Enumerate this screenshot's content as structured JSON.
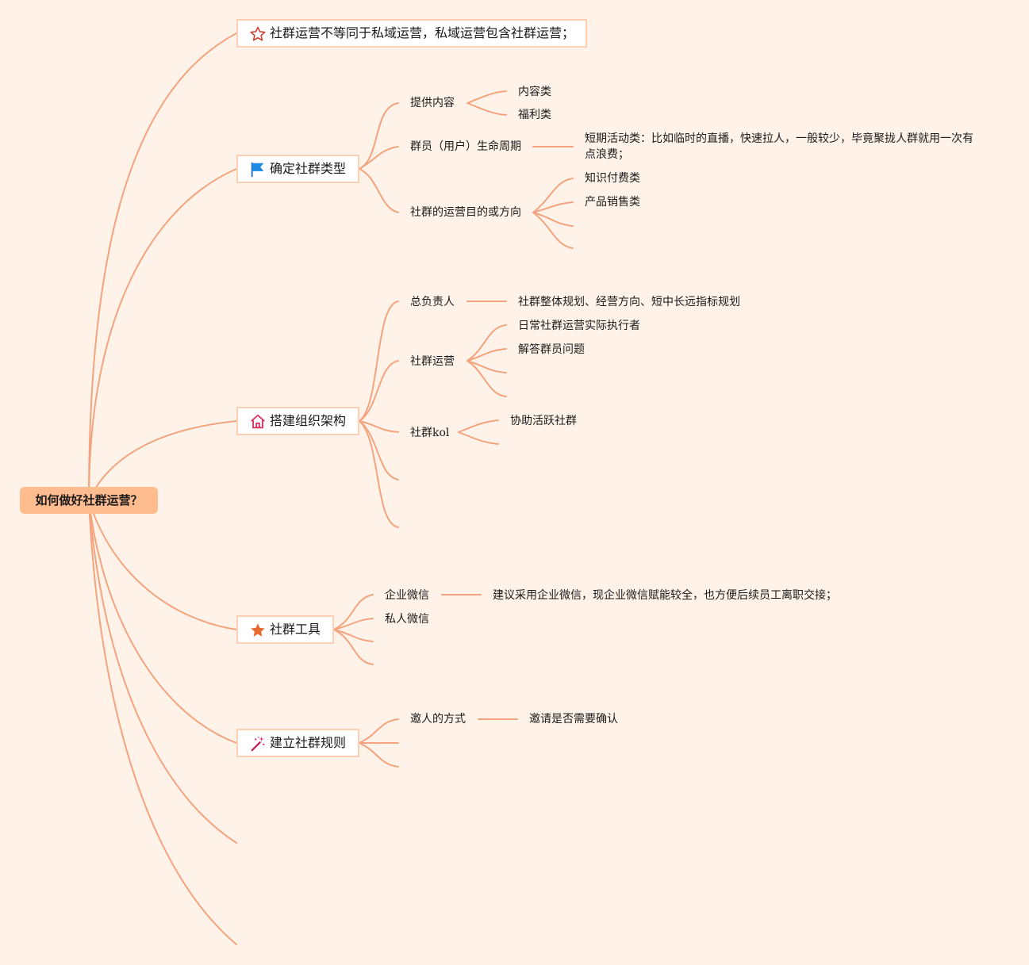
{
  "root": {
    "label": "如何做好社群运营？"
  },
  "colors": {
    "background": "#fff3e9",
    "line": "#f4a37f",
    "root_fill": "#ffbc8f",
    "branch_border": "#ffcfb3"
  },
  "branches": [
    {
      "label": "社群运营不等同于私域运营，私域运营包含社群运营；",
      "icon": "star-outline-icon"
    },
    {
      "label": "确定社群类型",
      "icon": "blue-flag-icon",
      "children": [
        {
          "label": "提供内容",
          "children": [
            "内容类",
            "福利类"
          ]
        },
        {
          "label": "群员（用户）生命周期",
          "children": [
            "短期活动类：比如临时的直播，快速拉人，一般较少，毕竟聚拢人群就用一次有点浪费；"
          ]
        },
        {
          "label": "社群的运营目的或方向",
          "children": [
            "知识付费类",
            "产品销售类"
          ]
        }
      ]
    },
    {
      "label": "搭建组织架构",
      "icon": "house-icon",
      "children": [
        {
          "label": "总负责人",
          "children": [
            "社群整体规划、经营方向、短中长远指标规划"
          ]
        },
        {
          "label": "社群运营",
          "children": [
            "日常社群运营实际执行者",
            "解答群员问题"
          ]
        },
        {
          "label": "社群kol",
          "children": [
            "协助活跃社群"
          ]
        }
      ]
    },
    {
      "label": "社群工具",
      "icon": "star-filled-icon",
      "children": [
        {
          "label": "企业微信",
          "children": [
            "建议采用企业微信，现企业微信赋能较全，也方便后续员工离职交接；"
          ]
        },
        {
          "label": "私人微信"
        }
      ]
    },
    {
      "label": "建立社群规则",
      "icon": "magic-wand-icon",
      "children": [
        {
          "label": "邀人的方式",
          "children": [
            "邀请是否需要确认"
          ]
        }
      ]
    }
  ]
}
